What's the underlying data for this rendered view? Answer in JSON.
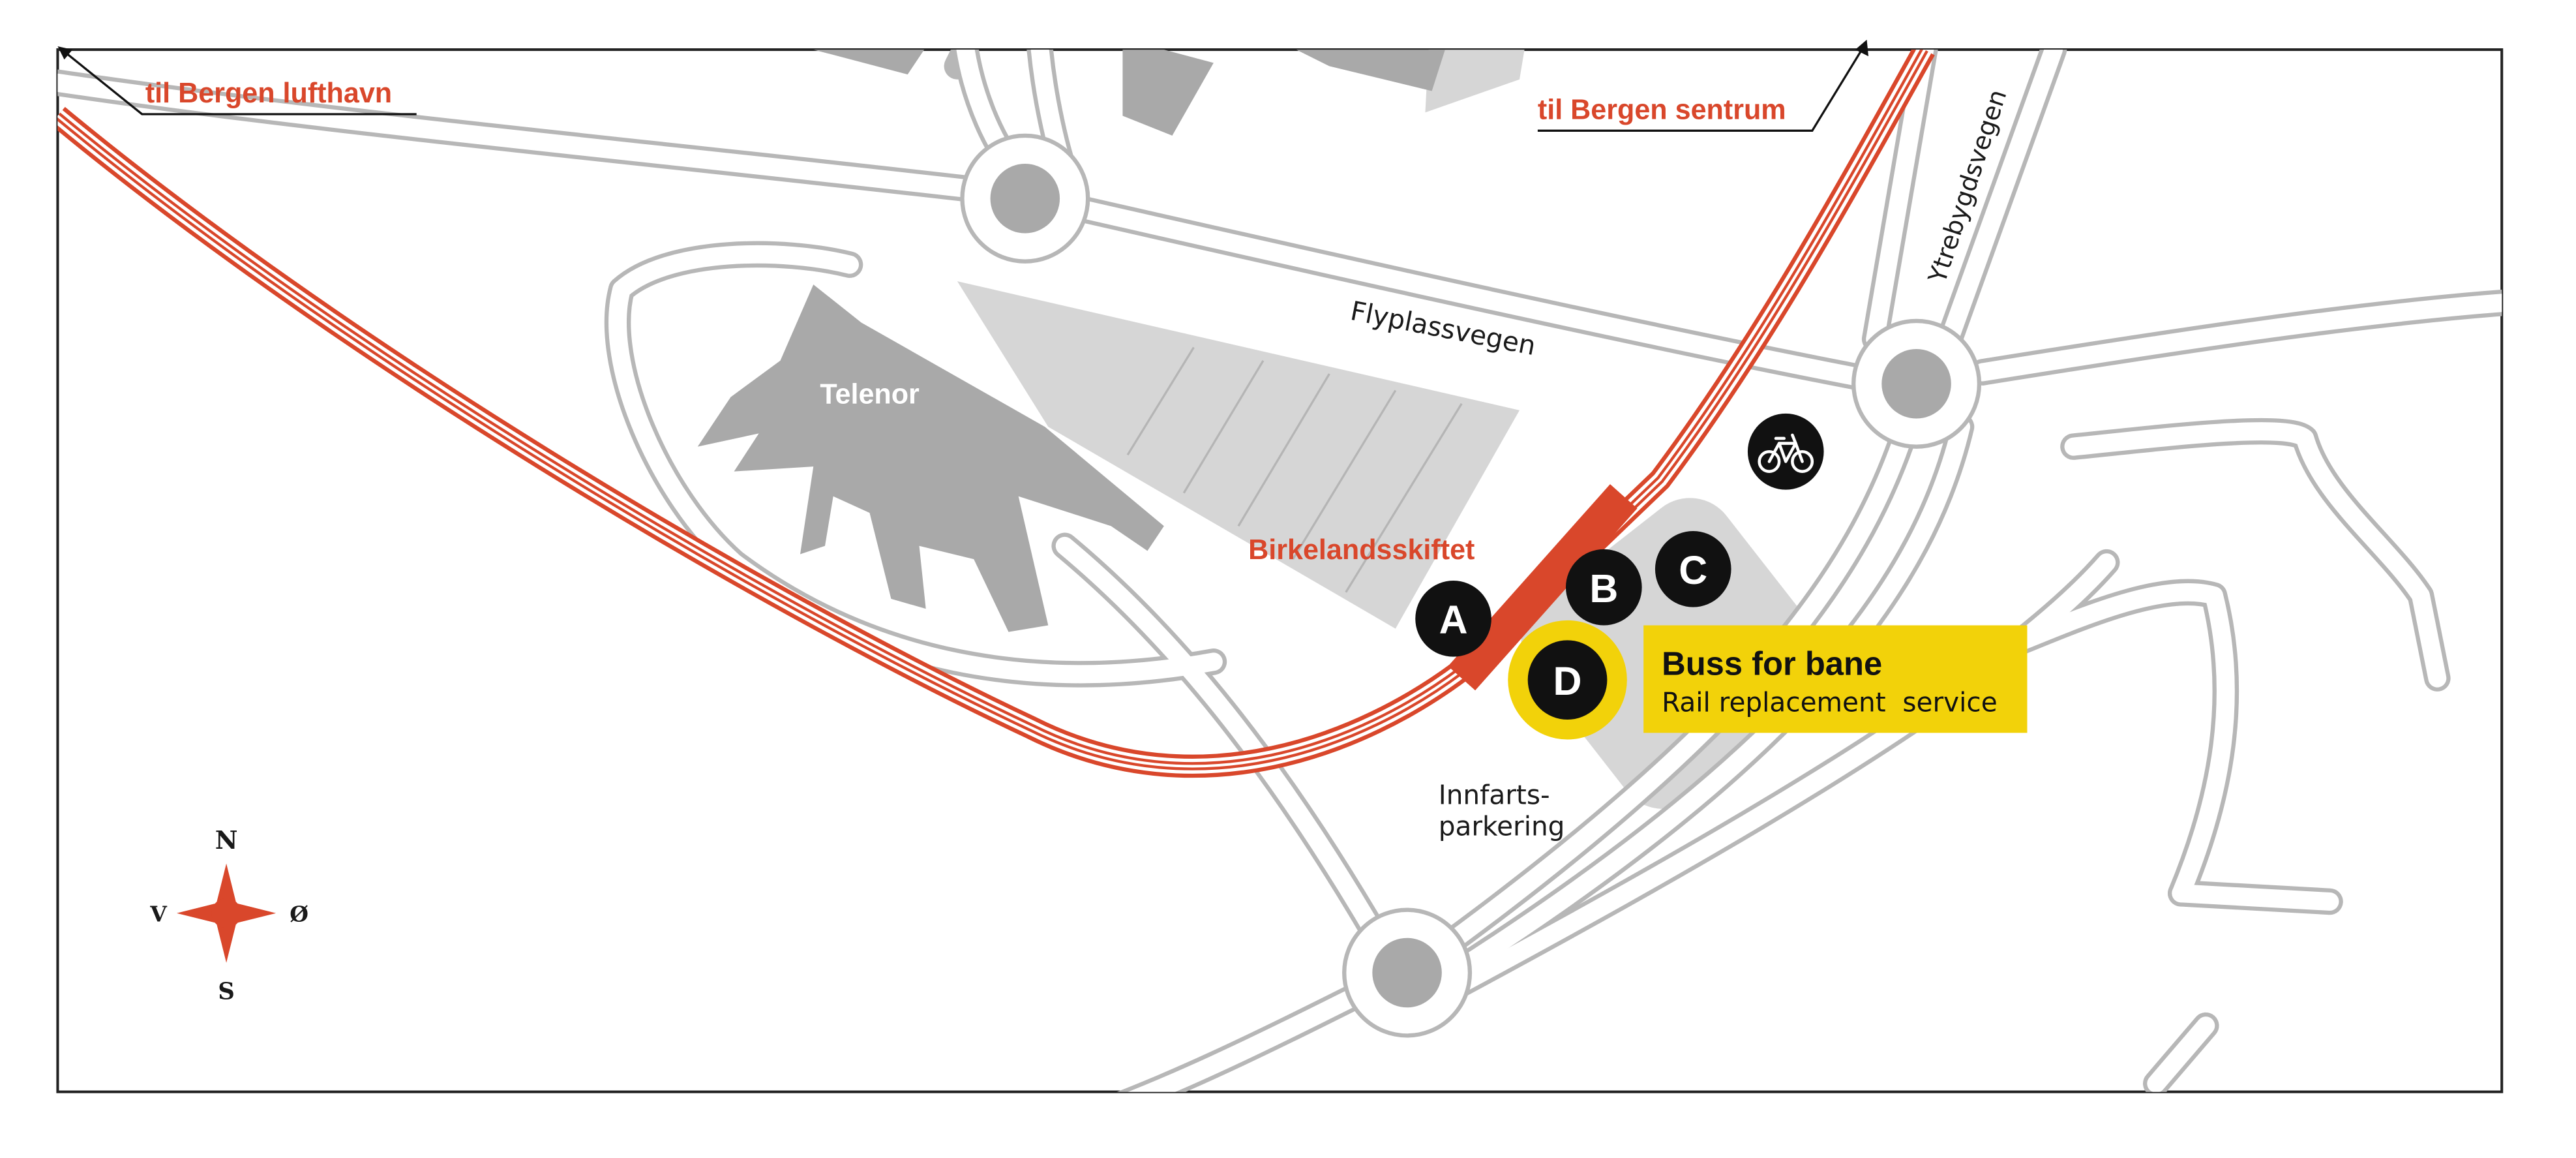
{
  "colors": {
    "rail": "#d9472b",
    "road_edge": "#b7b7b7",
    "building": "#a9a9a9",
    "parking_area": "#d6d6d6",
    "highlight": "#f2d20a",
    "stop_marker": "#111111"
  },
  "directions": {
    "airport": "til Bergen lufthavn",
    "city": "til Bergen sentrum"
  },
  "roads": {
    "flyplassvegen": "Flyplassvegen",
    "ytrebygdsvegen": "Ytrebygdsvegen"
  },
  "places": {
    "telenor": "Telenor",
    "station": "Birkelandsskiftet",
    "parking_line1": "Innfarts-",
    "parking_line2": "parkering"
  },
  "stops": [
    {
      "letter": "A"
    },
    {
      "letter": "B"
    },
    {
      "letter": "C"
    },
    {
      "letter": "D"
    }
  ],
  "callout": {
    "title": "Buss for bane",
    "subtitle": "Rail replacement  service"
  },
  "icons": {
    "bicycle": "bicycle-icon",
    "compass": "compass-icon"
  },
  "compass": {
    "n": "N",
    "s": "S",
    "w": "V",
    "e": "Ø"
  }
}
